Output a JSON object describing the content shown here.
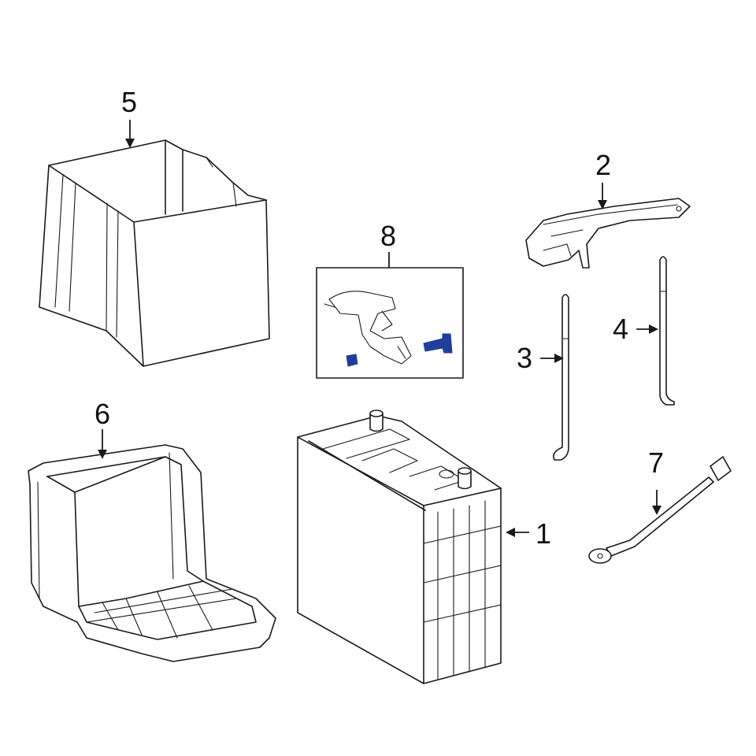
{
  "callouts": {
    "battery": "1",
    "hold_down": "2",
    "rod_3": "3",
    "rod_4": "4",
    "cover": "5",
    "tray": "6",
    "cable": "7",
    "harness_kit": "8"
  },
  "colors": {
    "line": "#1a1a1a",
    "hardware_highlight": "#1f3f9a"
  }
}
